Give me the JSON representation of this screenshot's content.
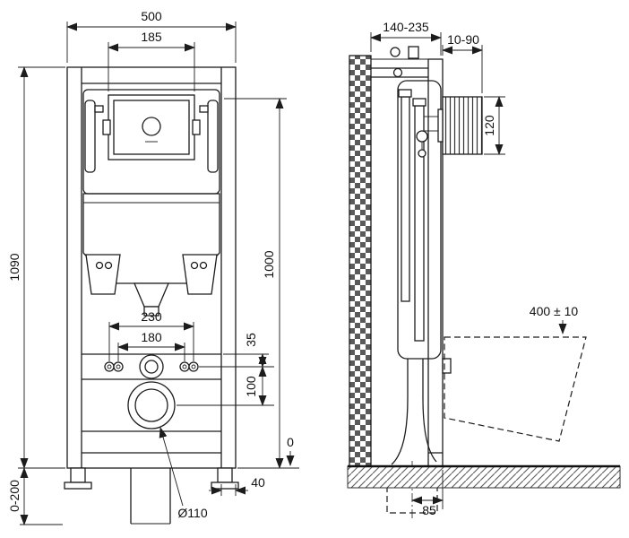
{
  "front_view": {
    "width_total": "500",
    "flush_plate_width": "185",
    "frame_height": "1090",
    "flush_unit_height": "1000",
    "foot_adjustment_range": "0-200",
    "fixing_spacing_outer": "230",
    "fixing_spacing_inner": "180",
    "offset_member_to_bolts": "35",
    "offset_bolts_to_drain": "100",
    "floor_level": "0",
    "edge_offset": "40",
    "drain_diameter": "Ø110"
  },
  "side_view": {
    "mounting_depth_range": "140-235",
    "plate_depth_range": "10-90",
    "actuator_cutout_height": "120",
    "pan_top_height": "400 ± 10",
    "drain_wall_offset": "85"
  }
}
